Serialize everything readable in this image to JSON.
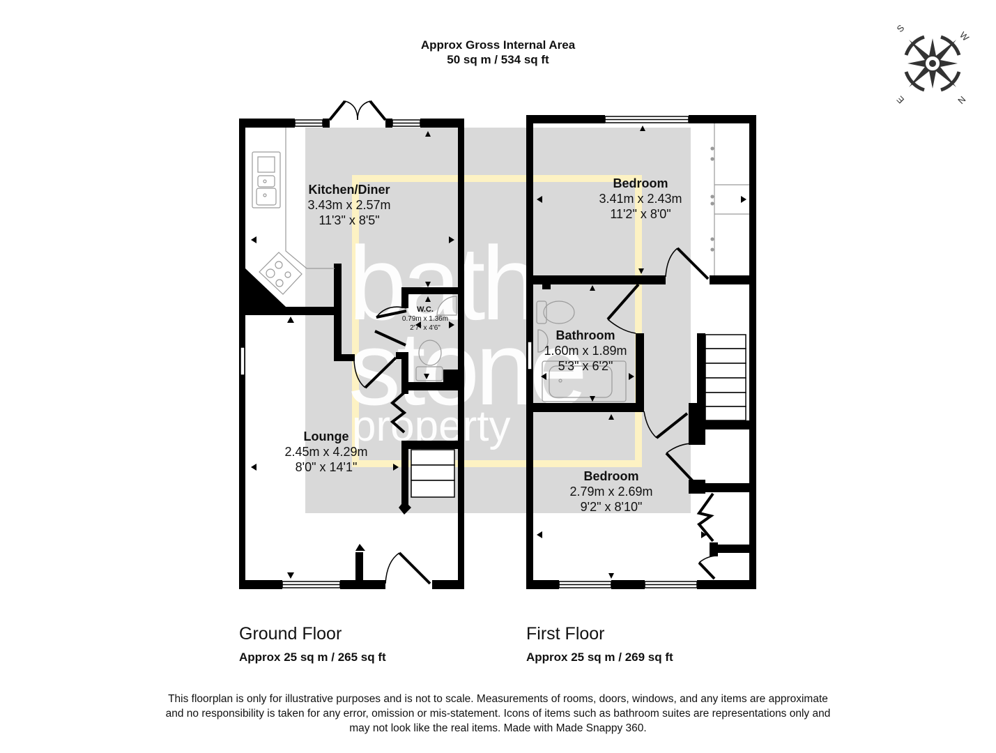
{
  "header": {
    "title_line1": "Approx Gross Internal Area",
    "title_line2": "50 sq m / 534 sq ft"
  },
  "compass": {
    "icon": "compass-rose-icon",
    "labels": [
      "S",
      "W",
      "N",
      "E"
    ]
  },
  "watermark": {
    "line1": "bath",
    "line2": "stone",
    "line3": "property",
    "color": "#ffffff"
  },
  "colors": {
    "wall": "#000000",
    "floor_shade": "#d9d9d9",
    "watermark_frame": "#fff6cc",
    "fixture_line": "#9a9a9a"
  },
  "ground_floor": {
    "name": "Ground Floor",
    "area": "Approx 25 sq m / 265 sq ft",
    "rooms": [
      {
        "name": "Kitchen/Diner",
        "metric": "3.43m x 2.57m",
        "imperial": "11'3\" x 8'5\""
      },
      {
        "name": "W.C.",
        "metric": "0.79m x 1.36m",
        "imperial": "2'7\" x 4'6\""
      },
      {
        "name": "Lounge",
        "metric": "2.45m x 4.29m",
        "imperial": "8'0\" x 14'1\""
      }
    ]
  },
  "first_floor": {
    "name": "First Floor",
    "area": "Approx 25 sq m / 269 sq ft",
    "rooms": [
      {
        "name": "Bedroom",
        "metric": "3.41m x 2.43m",
        "imperial": "11'2\" x 8'0\""
      },
      {
        "name": "Bathroom",
        "metric": "1.60m x 1.89m",
        "imperial": "5'3\" x 6'2\""
      },
      {
        "name": "Bedroom",
        "metric": "2.79m x 2.69m",
        "imperial": "9'2\" x 8'10\""
      }
    ]
  },
  "disclaimer": {
    "line1": "This floorplan is only for illustrative purposes and is not to scale. Measurements of rooms, doors, windows, and any items are approximate",
    "line2": "and no responsibility is taken for any error, omission or mis-statement. Icons of items such as bathroom suites are representations only and",
    "line3": "may not look like the real items. Made with Made Snappy 360."
  }
}
